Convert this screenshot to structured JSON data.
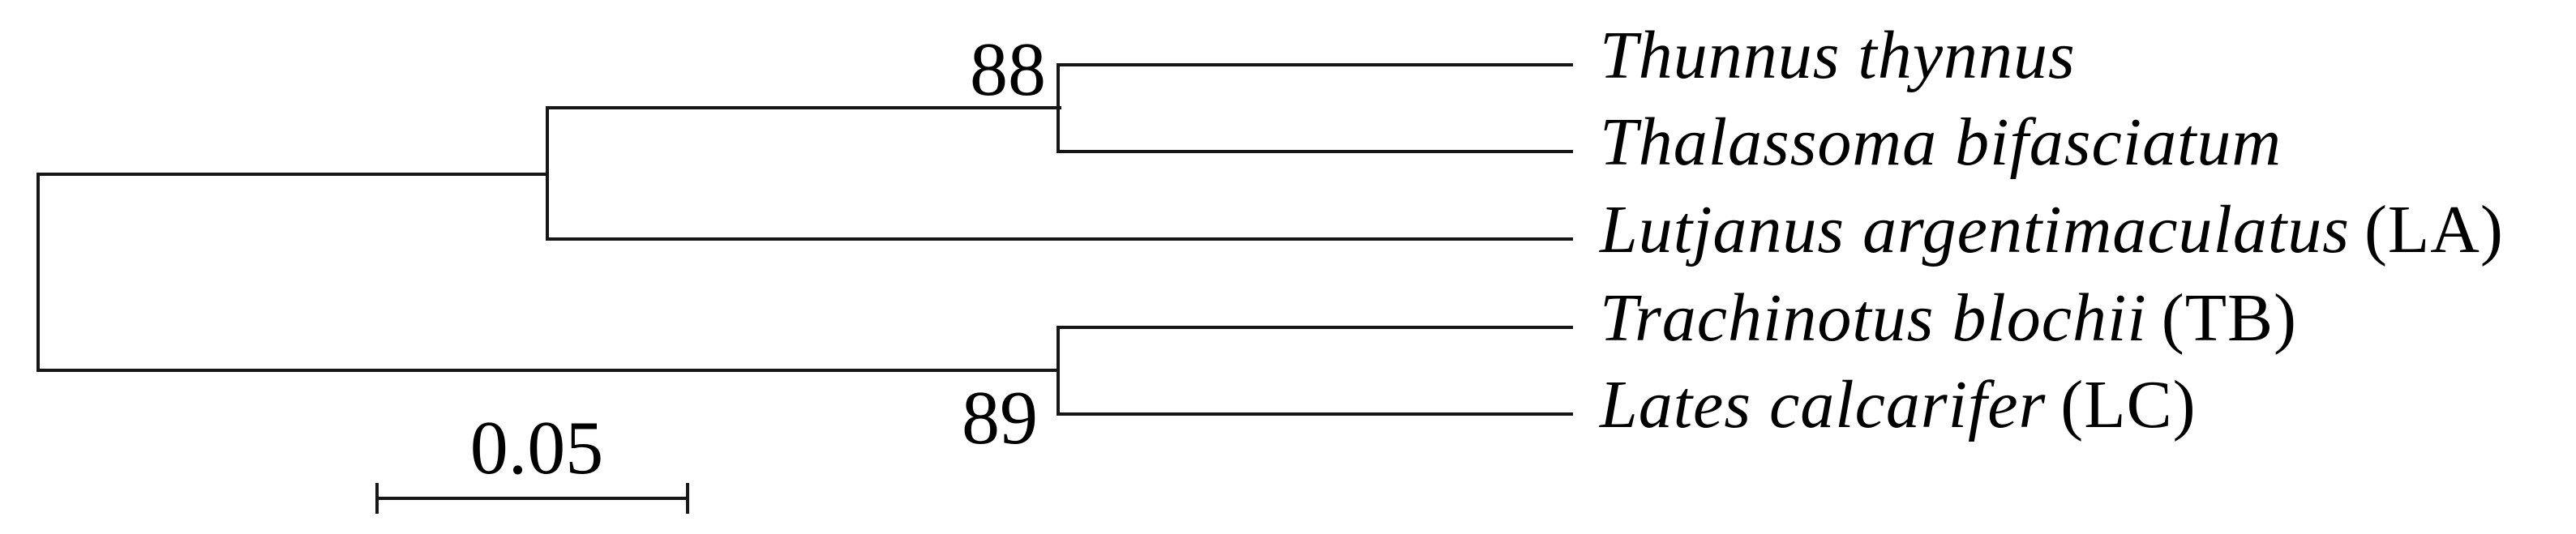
{
  "figure": {
    "type": "phylogenetic-tree",
    "background_color": "#ffffff",
    "line_color": "#161616"
  },
  "tree": {
    "taxa": [
      {
        "name": "Thunnus thynnus",
        "code": ""
      },
      {
        "name": "Thalassoma bifasciatum",
        "code": ""
      },
      {
        "name": "Lutjanus argentimaculatus",
        "code": "(LA)"
      },
      {
        "name": "Trachinotus blochii",
        "code": "(TB)"
      },
      {
        "name": "Lates calcarifer",
        "code": "(LC)"
      }
    ],
    "bootstrap": {
      "node_88": "88",
      "node_89": "89"
    },
    "topology": {
      "root_children": [
        {
          "children": [
            {
              "bootstrap": "88",
              "children": [
                "Thunnus thynnus",
                "Thalassoma bifasciatum"
              ]
            },
            "Lutjanus argentimaculatus (LA)"
          ]
        },
        {
          "bootstrap": "89",
          "children": [
            "Trachinotus blochii (TB)",
            "Lates calcarifer (LC)"
          ]
        }
      ]
    },
    "scale_bar": {
      "label": "0.05",
      "value": 0.05
    }
  }
}
